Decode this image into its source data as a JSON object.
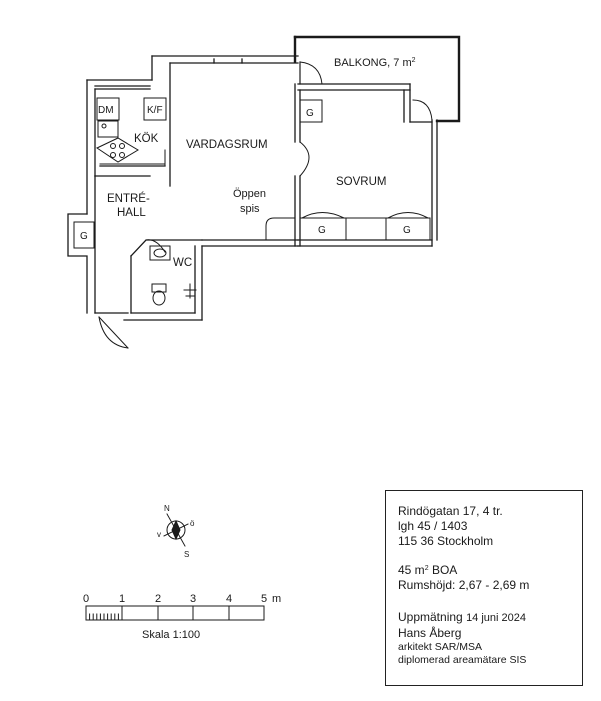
{
  "rooms": {
    "balcony": "BALKONG, 7 m",
    "balcony_sup": "2",
    "living_room": "VARDAGSRUM",
    "bedroom": "SOVRUM",
    "kitchen": "KÖK",
    "entrance_line1": "ENTRÉ-",
    "entrance_line2": "HALL",
    "wc": "WC",
    "fireplace_line1": "Öppen",
    "fireplace_line2": "spis"
  },
  "fixtures": {
    "dishwasher": "DM",
    "fridge_freezer": "K/F",
    "wardrobe": "G"
  },
  "compass": {
    "north": "N",
    "south": "S",
    "east": "ö",
    "west": "v"
  },
  "scale": {
    "ticks": [
      "0",
      "1",
      "2",
      "3",
      "4",
      "5"
    ],
    "unit": "m",
    "label": "Skala 1:100"
  },
  "info": {
    "address": "Rindögatan 17, 4 tr.",
    "apartment": "lgh 45 / 1403",
    "postal": "115 36 Stockholm",
    "area": "45 m",
    "area_sup": "2",
    "area_type": "BOA",
    "ceiling": "Rumshöjd: 2,67 - 2,69 m",
    "measured_label": "Uppmätning",
    "measured_date": "14 juni 2024",
    "architect_name": "Hans Åberg",
    "architect_title": "arkitekt SAR/MSA",
    "architect_cert": "diplomerad areamätare SIS"
  }
}
